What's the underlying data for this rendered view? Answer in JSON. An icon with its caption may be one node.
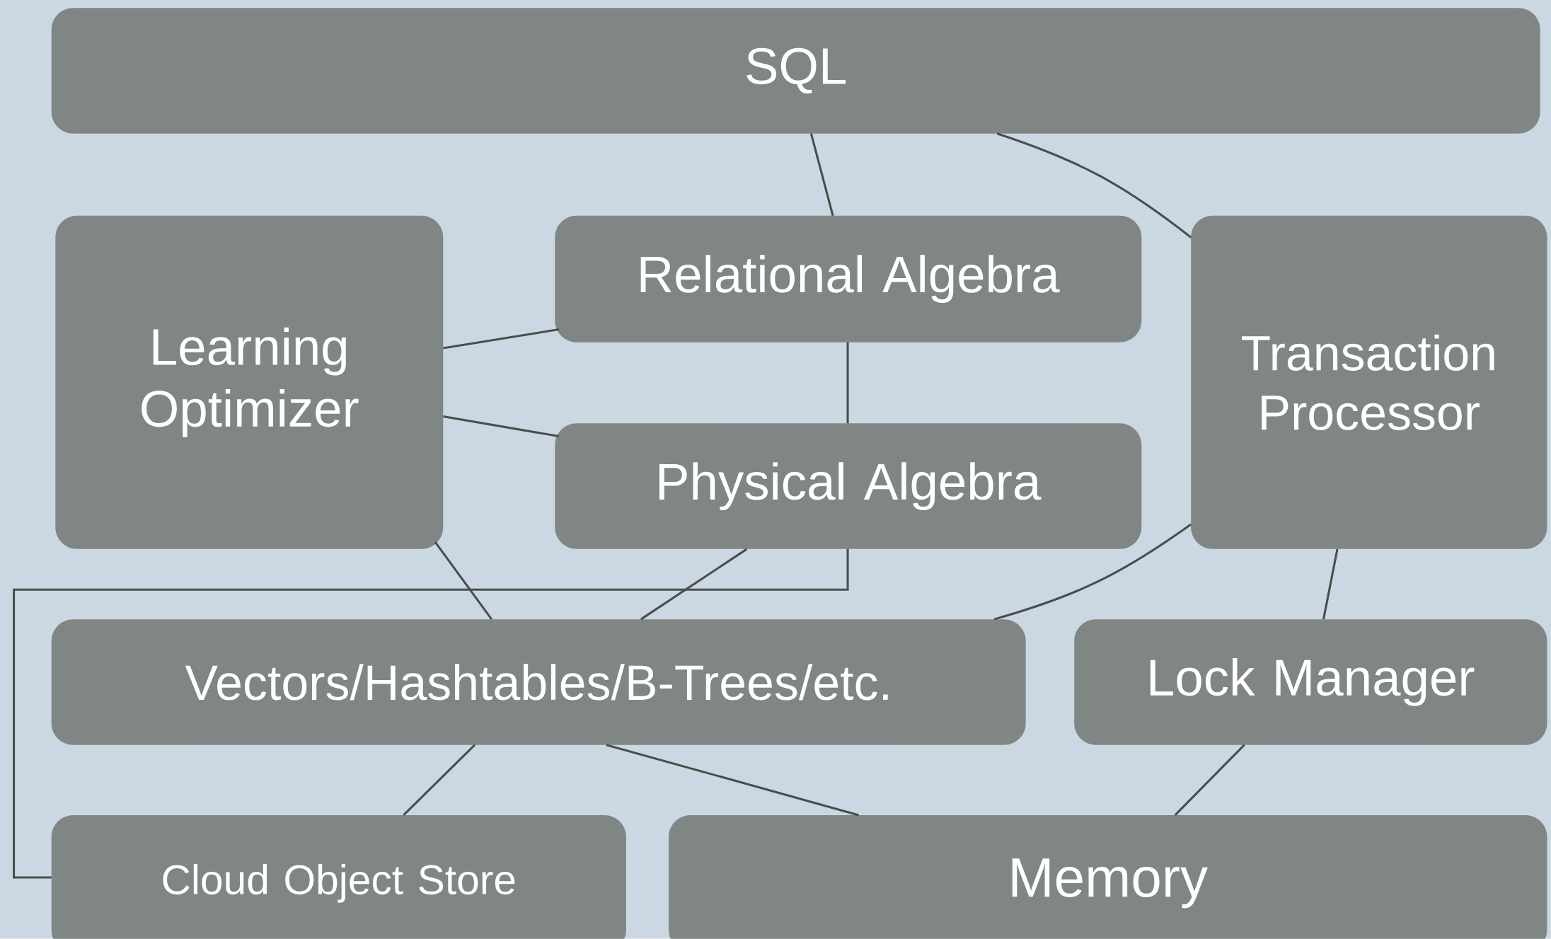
{
  "diagram": {
    "nodes": [
      {
        "text": [
          "SQL"
        ]
      },
      {
        "text": [
          "Learning Optimizer"
        ]
      },
      {
        "text": [
          "Relational Algebra"
        ]
      },
      {
        "text": [
          "Transaction Processor"
        ]
      },
      {
        "text": [
          "Physical Algebra"
        ]
      },
      {
        "text": [
          "Vectors/Hashtables/B-Trees/etc."
        ]
      },
      {
        "text": [
          "Lock Manager"
        ]
      },
      {
        "text": [
          "Cloud Object Store"
        ]
      },
      {
        "text": [
          "Memory"
        ]
      }
    ],
    "edges": [
      {
        "from": 0,
        "to": 2,
        "arrow": "none"
      },
      {
        "from": 0,
        "to": 3,
        "arrow": "none"
      },
      {
        "from": 1,
        "to": 2,
        "arrow": "none"
      },
      {
        "from": 1,
        "to": 4,
        "arrow": "none"
      },
      {
        "from": 2,
        "to": 4,
        "arrow": "none"
      },
      {
        "from": 1,
        "to": 5,
        "arrow": "none"
      },
      {
        "from": 4,
        "to": 5,
        "arrow": "none"
      },
      {
        "from": 4,
        "to": 7,
        "arrow": "none"
      },
      {
        "from": 3,
        "to": 5,
        "arrow": "none"
      },
      {
        "from": 3,
        "to": 6,
        "arrow": "none"
      },
      {
        "from": 5,
        "to": 7,
        "arrow": "none"
      },
      {
        "from": 5,
        "to": 8,
        "arrow": "none"
      },
      {
        "from": 6,
        "to": 8,
        "arrow": "none"
      }
    ]
  }
}
